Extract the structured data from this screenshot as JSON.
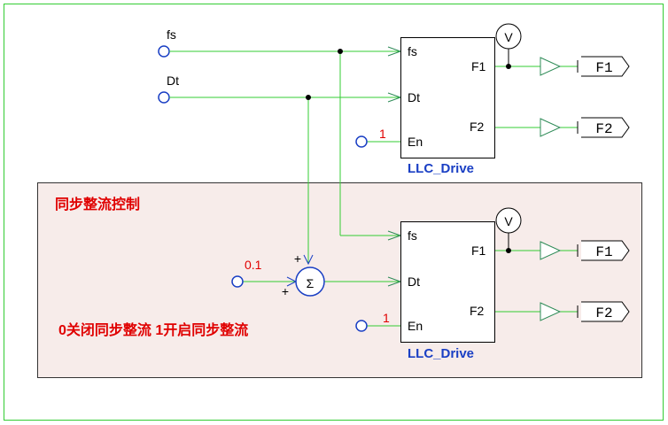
{
  "colors": {
    "wire": "#33cc33",
    "port_line": "#2e8b57",
    "block_border": "#000000",
    "region_fill": "#f7ecea",
    "label_red": "#e00000",
    "label_blue": "#1a3fc4"
  },
  "inputs": {
    "fs": "fs",
    "dt": "Dt"
  },
  "blocks": [
    {
      "name": "LLC_Drive",
      "ports_in": [
        "fs",
        "Dt",
        "En"
      ],
      "ports_out": [
        "F1",
        "F2"
      ],
      "en_value": "1",
      "meter": "V",
      "out_tags": [
        "F1",
        "F2"
      ]
    },
    {
      "name": "LLC_Drive",
      "ports_in": [
        "fs",
        "Dt",
        "En"
      ],
      "ports_out": [
        "F1",
        "F2"
      ],
      "en_value": "1",
      "meter": "V",
      "out_tags": [
        "F1",
        "F2"
      ]
    }
  ],
  "sync_region": {
    "title": "同步整流控制",
    "note": "0关闭同步整流  1开启同步整流"
  },
  "summer": {
    "const_value": "0.1",
    "sign_top": "+",
    "sign_left": "+",
    "symbol": "Σ"
  }
}
